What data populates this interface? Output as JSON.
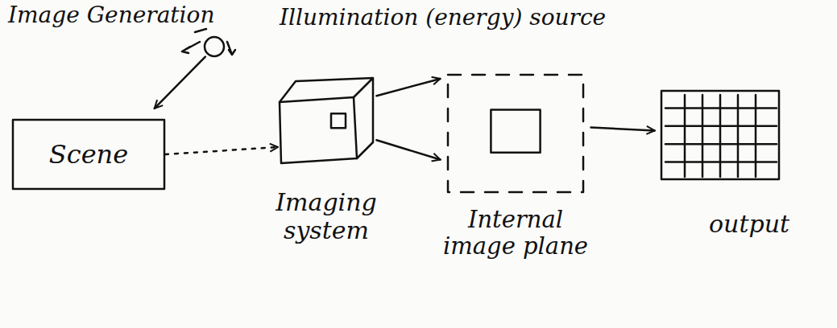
{
  "diagram": {
    "title": "Image Generation",
    "nodes": [
      {
        "text": [
          "Illumination (energy) source"
        ]
      },
      {
        "text": [
          "Scene"
        ]
      },
      {
        "text": [
          "Imaging system"
        ]
      },
      {
        "text": [
          "Internal image plane"
        ]
      },
      {
        "text": [
          "output"
        ]
      }
    ],
    "edges": [
      {
        "from": 0,
        "to": 1,
        "arrow": "to"
      },
      {
        "from": 1,
        "to": 2,
        "arrow": "to"
      },
      {
        "from": 2,
        "to": 3,
        "arrow": "to"
      },
      {
        "from": 2,
        "to": 3,
        "arrow": "to"
      },
      {
        "from": 3,
        "to": 4,
        "arrow": "to"
      }
    ]
  }
}
